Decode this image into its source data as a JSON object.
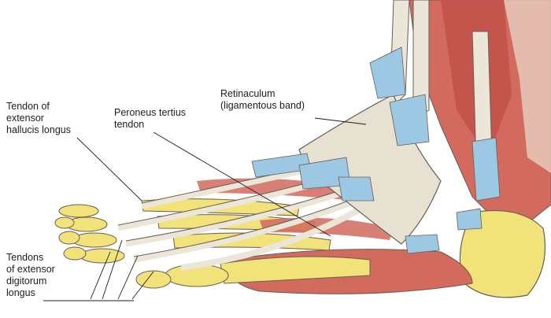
{
  "labels": {
    "ehl": [
      "Tendon of",
      "extensor",
      "hallucis longus"
    ],
    "peroneus": [
      "Peroneus tertius",
      "tendon"
    ],
    "retinaculum": [
      "Retinaculum",
      "(ligamentous band)"
    ],
    "edl": [
      "Tendons",
      "of extensor",
      "digitorum",
      "longus"
    ]
  },
  "colors": {
    "bone": "#f1e27a",
    "muscle": "#d26a5e",
    "tendon": "#ece6d8",
    "retinaculum": "#e7e1d2",
    "cartilage": "#9cc8e4",
    "outline": "#6a5e55"
  }
}
